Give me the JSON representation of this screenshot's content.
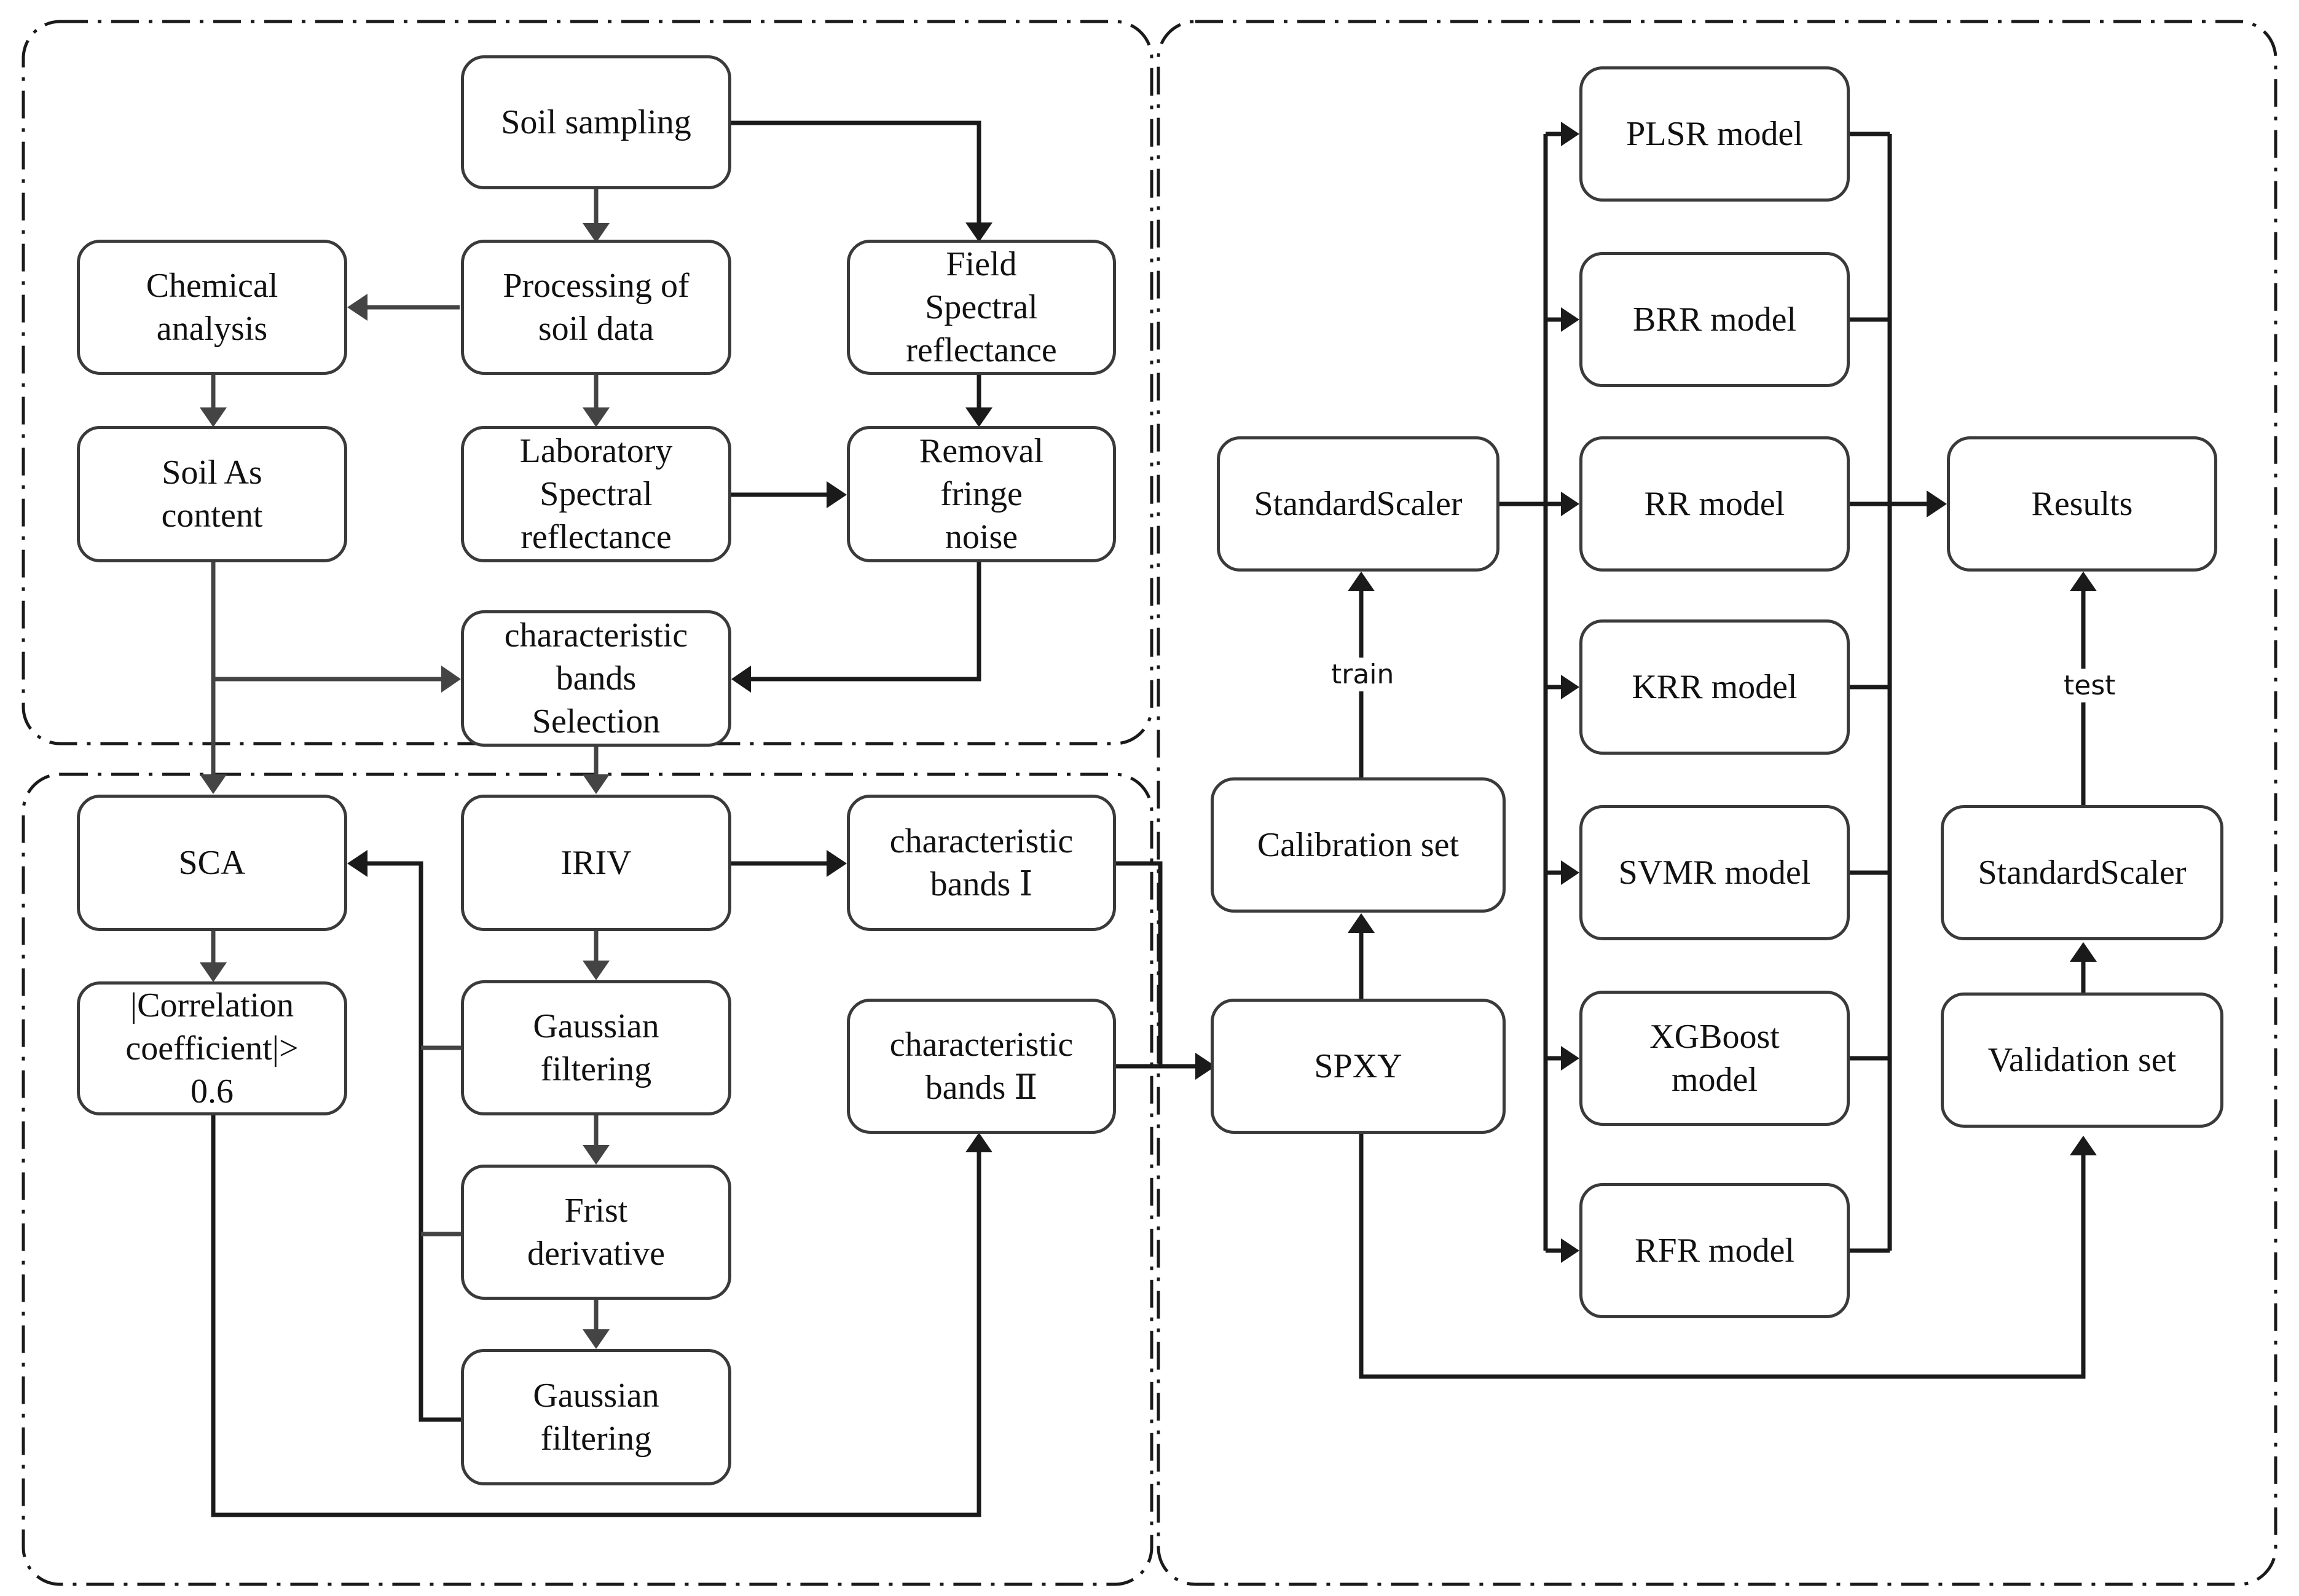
{
  "diagram": {
    "line_color": "#1a1a1a",
    "gray_line_color": "#444444",
    "node_border_color": "#3a3a3a",
    "nodes": {
      "soil_sampling": "Soil sampling",
      "processing_soil_data": "Processing of\nsoil data",
      "field_spectral": "Field\nSpectral\nreflectance",
      "chemical_analysis": "Chemical\nanalysis",
      "soil_as_content": "Soil As\ncontent",
      "laboratory_spectral": "Laboratory\nSpectral\nreflectance",
      "removal_noise": "Removal\nfringe\nnoise",
      "band_selection": "characteristic\nbands\nSelection",
      "sca": "SCA",
      "iriv": "IRIV",
      "bands_1": "characteristic\nbands Ⅰ",
      "correlation": "|Correlation\ncoefficient|>\n0.6",
      "gaussian_1": "Gaussian\nfiltering",
      "bands_2": "characteristic\nbands Ⅱ",
      "first_derivative": "Frist\nderivative",
      "gaussian_2": "Gaussian\nfiltering",
      "standard_scaler_train": "StandardScaler",
      "calibration_set": "Calibration set",
      "spxy": "SPXY",
      "plsr": "PLSR model",
      "brr": "BRR model",
      "rr": "RR model",
      "krr": "KRR model",
      "svmr": "SVMR model",
      "xgboost": "XGBoost\nmodel",
      "rfr": "RFR model",
      "results": "Results",
      "standard_scaler_test": "StandardScaler",
      "validation_set": "Validation set"
    },
    "edge_labels": {
      "train": "train",
      "test": "test"
    }
  }
}
